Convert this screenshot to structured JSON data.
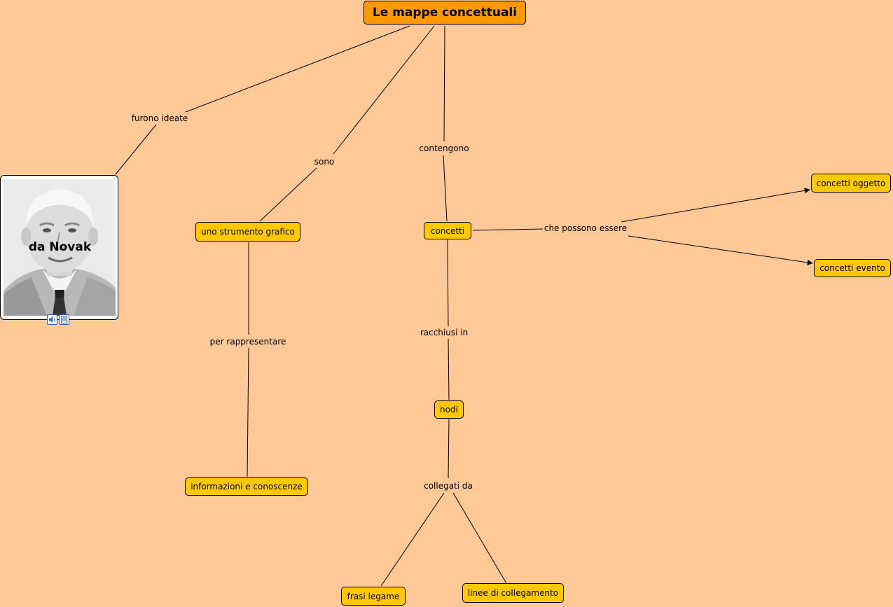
{
  "colors": {
    "background": "#ffc896",
    "node_fill": "#ffc800",
    "root_fill": "#ff9900",
    "line": "#000000"
  },
  "map": {
    "root": "Le mappe concettuali",
    "photo_concept": {
      "label": "da Novak",
      "resource_icons": [
        "audio-icon",
        "document-icon"
      ]
    },
    "concepts": {
      "strumento": "uno strumento grafico",
      "concetti": "concetti",
      "oggetto": "concetti oggetto",
      "evento": "concetti evento",
      "nodi": "nodi",
      "informazioni": "informazioni e conoscenze",
      "frasi": "frasi legame",
      "linee": "linee di collegamento"
    },
    "linking_phrases": {
      "furono": "furono ideate",
      "sono": "sono",
      "contengono": "contengono",
      "possono": "che possono essere",
      "racchiusi": "racchiusi in",
      "per": "per rappresentare",
      "collegati": "collegati da"
    }
  }
}
